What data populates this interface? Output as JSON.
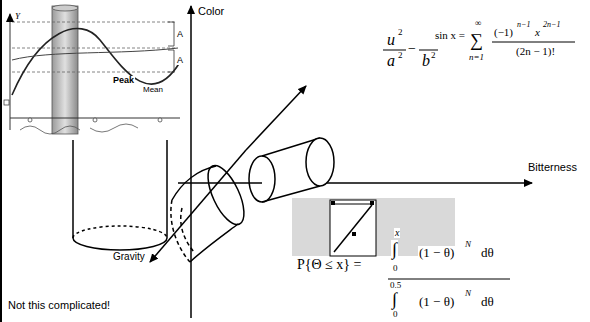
{
  "diagram": {
    "labels": [
      "Y",
      "Peak",
      "Mean",
      "A",
      "A",
      "Color",
      "Bitterness",
      "Gravity",
      "u",
      "2",
      "a",
      "2",
      "−",
      "b",
      "2",
      "sin x =",
      "∑",
      "∞",
      "n=1",
      "(−1)",
      "n−1",
      "x",
      "2n−1",
      "(2n − 1)!",
      "P{Θ ≤ x} =",
      "x",
      "∫",
      "0",
      "(1 − θ)",
      "N",
      "dθ",
      "0.5",
      "∫",
      "0",
      "(1 − θ)",
      "N",
      "dθ",
      "Not this complicated!"
    ]
  }
}
